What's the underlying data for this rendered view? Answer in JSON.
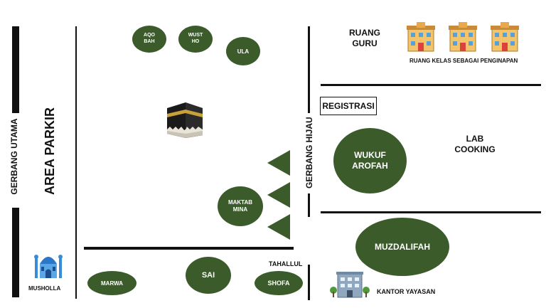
{
  "title": "",
  "zones": {
    "gerbang_utama": "GERBANG UTAMA",
    "area_parkir": "AREA PARKIR",
    "musholla": "MUSHOLLA",
    "gerbang_hijau": "GERBANG HIJAU",
    "registrasi": "REGISTRASI",
    "ruang_guru": "RUANG\nGURU",
    "ruang_kelas": "RUANG KELAS SEBAGAI PENGINAPAN",
    "lab_cooking": "LAB\nCOOKING",
    "kantor_yayasan": "KANTOR YAYASAN",
    "tahallul": "TAHALLUL"
  },
  "stations": {
    "aqobah": "AQO\nBAH",
    "wustho": "WUST\nHO",
    "ula": "ULA",
    "maktab_mina": "MAKTAB\nMINA",
    "wukuf_arofah": "WUKUF\nAROFAH",
    "muzdalifah": "MUZDALIFAH",
    "marwa": "MARWA",
    "sai": "SAI",
    "shofa": "SHOFA"
  },
  "icons": {
    "kaaba": "kaaba-icon",
    "mosque": "mosque-icon",
    "school_building": "school-building-icon",
    "office_building": "office-building-icon"
  },
  "colors": {
    "station_fill": "#3b5b2b",
    "wall": "#111111"
  }
}
